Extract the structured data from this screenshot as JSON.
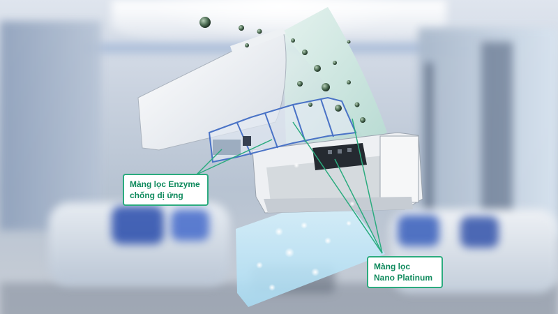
{
  "callouts": {
    "enzyme_filter": {
      "line1": "Màng lọc Enzyme",
      "line2": "chống dị ứng"
    },
    "nano_platinum_filter": {
      "line1": "Màng lọc",
      "line2": "Nano Platinum"
    }
  },
  "colors": {
    "callout_border": "#2bab7e",
    "callout_text": "#0f8a5d",
    "airflow": "#bfe7f7",
    "filter_mesh": "#4a73c6",
    "particle_panel": "#cfe6e0"
  },
  "icons": [
    "dust-particle-icon",
    "sparkle-icon"
  ]
}
